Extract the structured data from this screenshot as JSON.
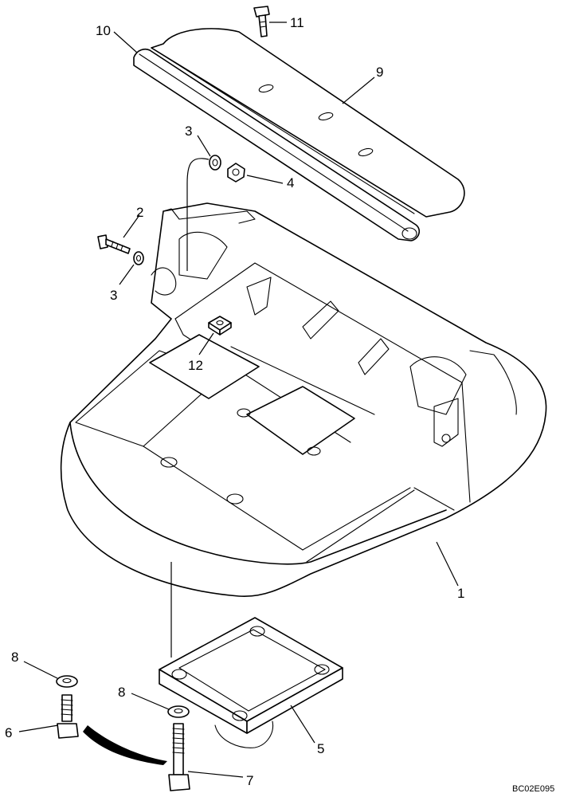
{
  "diagram": {
    "callouts": {
      "c1": "1",
      "c2": "2",
      "c3a": "3",
      "c3b": "3",
      "c4": "4",
      "c5": "5",
      "c6": "6",
      "c7": "7",
      "c8a": "8",
      "c8b": "8",
      "c9": "9",
      "c10": "10",
      "c11": "11",
      "c12": "12"
    },
    "drawing_code": "BC02E095"
  }
}
